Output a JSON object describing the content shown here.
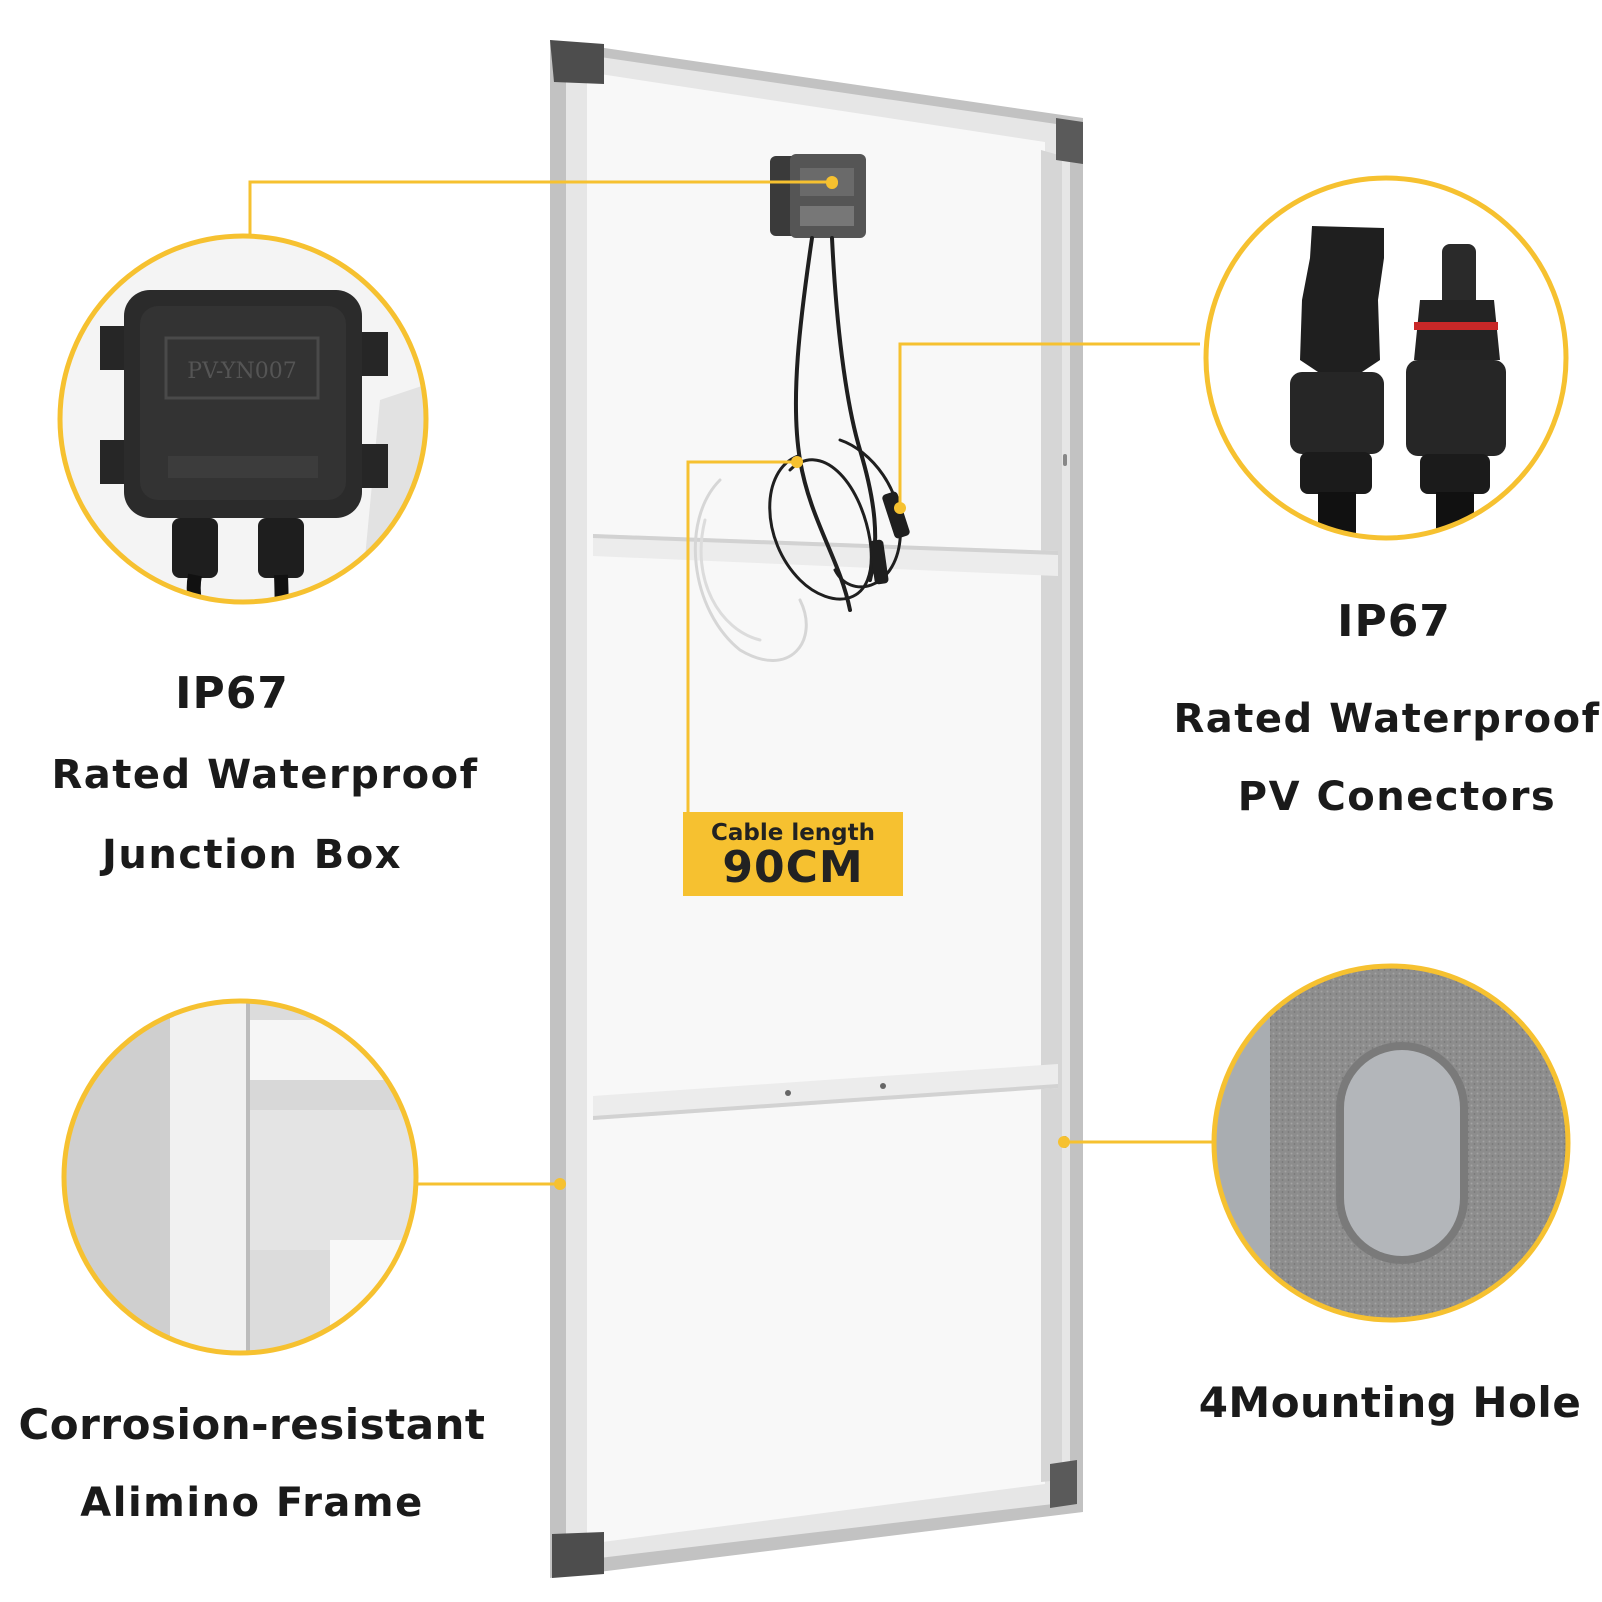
{
  "colors": {
    "accent": "#f6c130",
    "text": "#1a1a1a",
    "frame": "#b9b9b9",
    "panel": "#f7f7f7"
  },
  "labels": {
    "junction_box": {
      "rating": "IP67",
      "line1": "Rated Waterproof",
      "line2": "Junction Box",
      "printed_model": "PV-YN007"
    },
    "connectors": {
      "rating": "IP67",
      "line1": "Rated Waterproof",
      "line2": "PV Conectors"
    },
    "cable": {
      "line1": "Cable length",
      "line2": "90CM"
    },
    "frame": {
      "line1": "Corrosion-resistant",
      "line2": "Alimino Frame"
    },
    "mounting": {
      "line1": "4Mounting Hole"
    }
  }
}
